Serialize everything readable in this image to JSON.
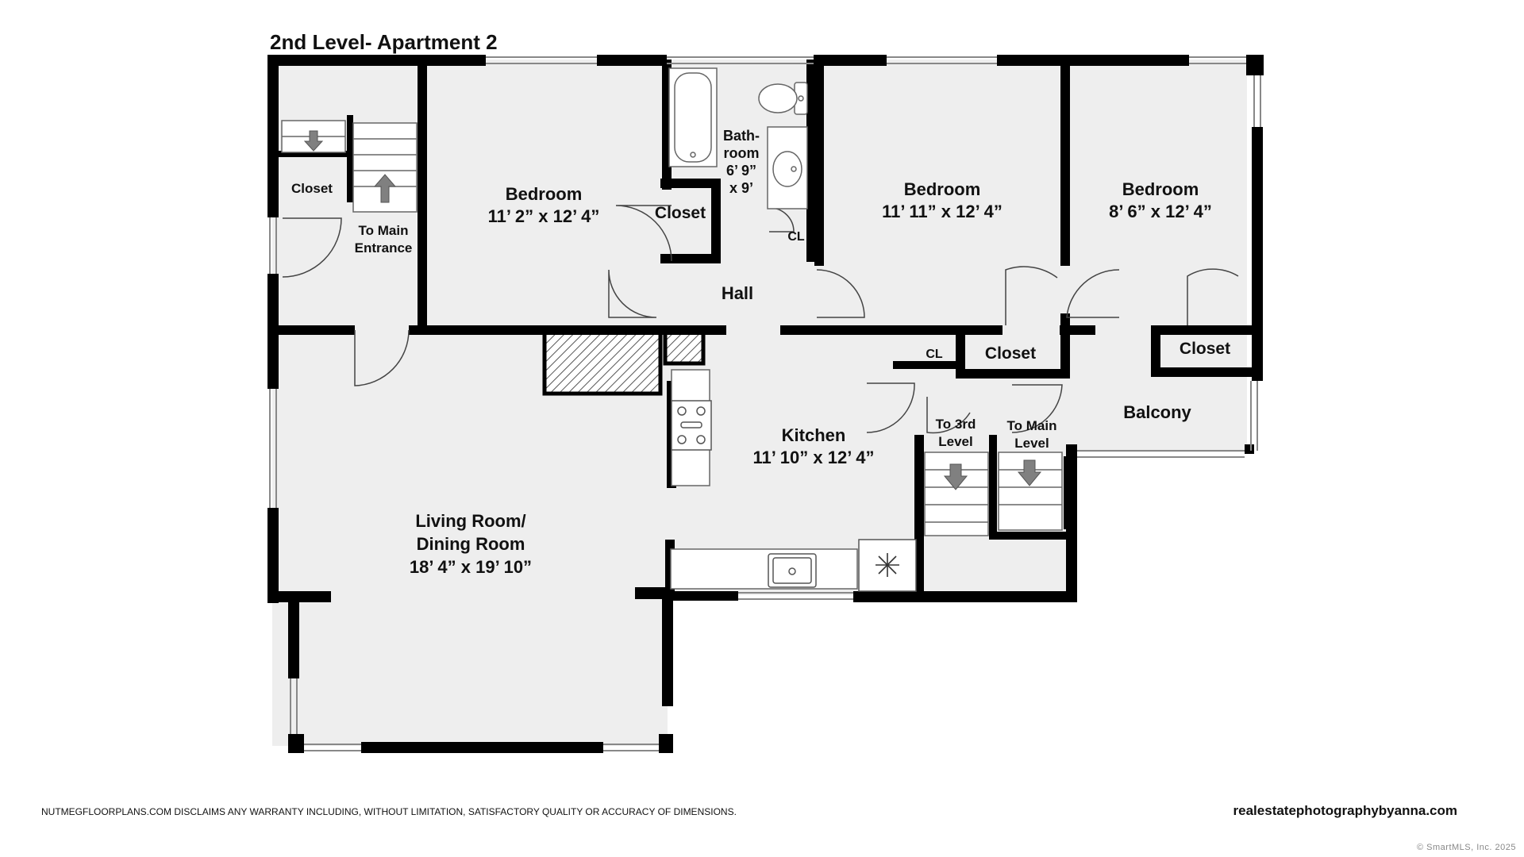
{
  "title": "2nd Level- Apartment 2",
  "rooms": {
    "bedroom1": {
      "name": "Bedroom",
      "dims": "11’ 2” x 12’ 4”"
    },
    "bedroom2": {
      "name": "Bedroom",
      "dims": "11’ 11” x 12’ 4”"
    },
    "bedroom3": {
      "name": "Bedroom",
      "dims": "8’ 6” x 12’ 4”"
    },
    "bathroom": {
      "line1": "Bath-",
      "line2": "room",
      "line3": "6’ 9”",
      "line4": "x 9’"
    },
    "kitchen": {
      "name": "Kitchen",
      "dims": "11’ 10” x 12’ 4”"
    },
    "living": {
      "line1": "Living Room/",
      "line2": "Dining Room",
      "dims": "18’ 4” x 19’ 10”"
    },
    "hall": "Hall",
    "balcony": "Balcony",
    "closet_left": "Closet",
    "closet_bedroom1": "Closet",
    "closet_bedroom2": "Closet",
    "closet_bedroom3": "Closet",
    "cl_bath": "CL",
    "cl_kitchen": "CL",
    "to_main_entrance": {
      "line1": "To Main",
      "line2": "Entrance"
    },
    "to_3rd_level": {
      "line1": "To 3rd",
      "line2": "Level"
    },
    "to_main_level": {
      "line1": "To Main",
      "line2": "Level"
    }
  },
  "footer": {
    "disclaimer": "NUTMEGFLOORPLANS.COM DISCLAIMS ANY WARRANTY INCLUDING, WITHOUT LIMITATION, SATISFACTORY QUALITY OR ACCURACY OF DIMENSIONS.",
    "website": "realestatephotographybyanna.com",
    "copyright": "© SmartMLS, Inc. 2025"
  },
  "colors": {
    "floor": "#eeeeee",
    "wall": "#000000",
    "appliance": "#ffffff",
    "arrow": "#808080"
  }
}
